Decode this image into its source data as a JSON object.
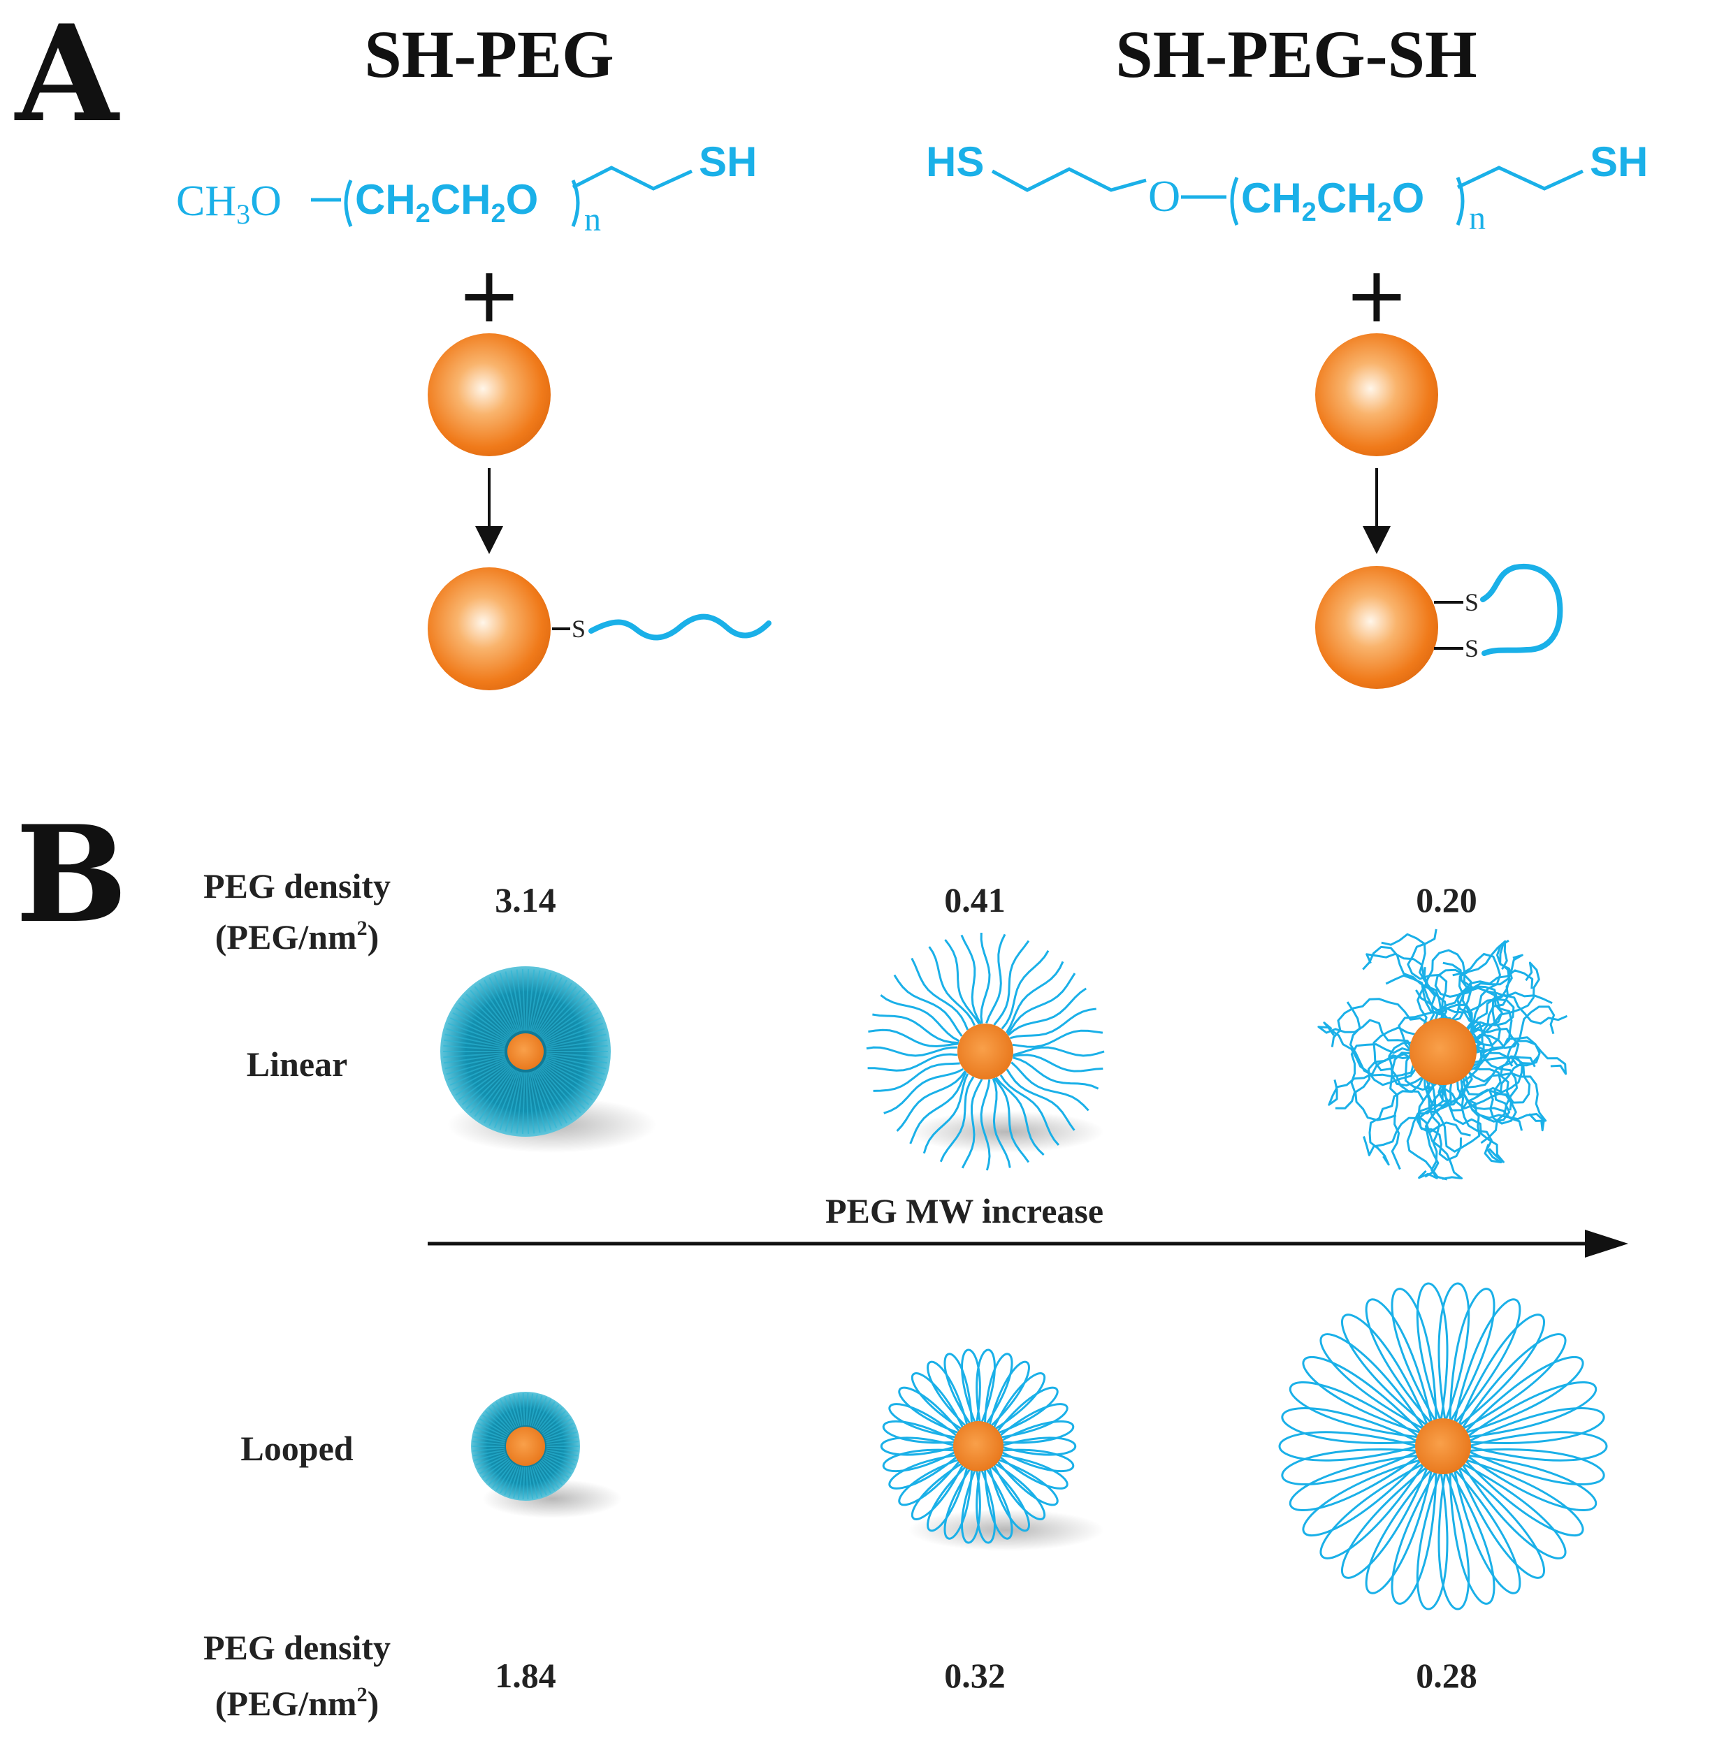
{
  "panel_a": {
    "letter": "A",
    "left": {
      "title": "SH-PEG",
      "formula": {
        "ch3o": "CH",
        "three": "3",
        "o": "O",
        "ch2ch2o_ch": "CH",
        "two_a": "2",
        "ch": "CH",
        "two_b": "2",
        "o2": "O",
        "n": "n",
        "sh": "SH"
      },
      "plus": "+",
      "s_label": "S"
    },
    "right": {
      "title": "SH-PEG-SH",
      "formula": {
        "hs": "HS",
        "o": "O",
        "ch_a": "CH",
        "two_a": "2",
        "ch_b": "CH",
        "two_b": "2",
        "o2": "O",
        "n": "n",
        "sh": "SH"
      },
      "plus": "+",
      "s_label_top": "S",
      "s_label_bottom": "S"
    }
  },
  "panel_b": {
    "letter": "B",
    "density_label_line1": "PEG density",
    "density_label_line2": "(PEG/nm",
    "density_label_sup": "2",
    "density_label_close": ")",
    "linear_label": "Linear",
    "looped_label": "Looped",
    "axis_label": "PEG MW  increase",
    "linear_densities": [
      "3.14",
      "0.41",
      "0.20"
    ],
    "looped_densities": [
      "1.84",
      "0.32",
      "0.28"
    ]
  },
  "colors": {
    "peg_blue": "#1ab0e8",
    "particle_orange": "#f07a1a",
    "particle_highlight": "#fff6ea",
    "dense_teal": "#138fae",
    "text": "#222222"
  }
}
